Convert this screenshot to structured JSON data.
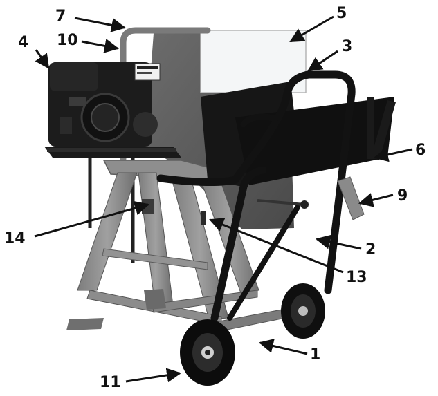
{
  "figure": {
    "subject": "log saw on wheeled stand with engine",
    "colors": {
      "frame": "#8a8a8a",
      "frame_dark": "#5e5e5e",
      "engine": "#1c1c1c",
      "handle": "#141414",
      "guard": "#2a2a2a",
      "callout": "#111111"
    },
    "callouts": {
      "c1": "1",
      "c2": "2",
      "c3": "3",
      "c4": "4",
      "c5": "5",
      "c6": "6",
      "c7": "7",
      "c9": "9",
      "c10": "10",
      "c11": "11",
      "c13": "13",
      "c14": "14"
    }
  }
}
